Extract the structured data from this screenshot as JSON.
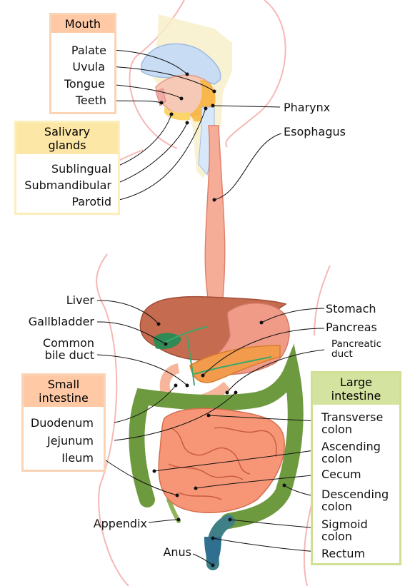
{
  "colors": {
    "mouth_header": "#ffc9a6",
    "mouth_border": "#fbd3b5",
    "salivary_header": "#fde7a6",
    "salivary_border": "#fdeebb",
    "small_intestine_header": "#ffc9a6",
    "small_intestine_border": "#fbd3b5",
    "large_intestine_header": "#d4e3a0",
    "large_intestine_border": "#cfe094",
    "esophagus": "#f6ad98",
    "liver": "#c56b4f",
    "stomach": "#f09b88",
    "pancreas": "#f29b4d",
    "colon": "#6e9a3f",
    "small_intestine": "#f79676",
    "body_outline": "#f5b8b5"
  },
  "groups": {
    "mouth": {
      "title": "Mouth",
      "labels": [
        "Palate",
        "Uvula",
        "Tongue",
        "Teeth"
      ]
    },
    "salivary": {
      "title": "Salivary\nglands",
      "labels": [
        "Sublingual",
        "Submandibular",
        "Parotid"
      ]
    },
    "small_intestine": {
      "title": "Small\nintestine",
      "labels": [
        "Duodenum",
        "Jejunum",
        "Ileum"
      ]
    },
    "large_intestine": {
      "title": "Large\nintestine",
      "labels": [
        "Transverse\ncolon",
        "Ascending\ncolon",
        "Cecum",
        "Descending\ncolon",
        "Sigmoid\ncolon",
        "Rectum"
      ]
    }
  },
  "labels": {
    "pharynx": "Pharynx",
    "esophagus": "Esophagus",
    "liver": "Liver",
    "gallbladder": "Gallbladder",
    "common_bile_duct": "Common\nbile duct",
    "stomach": "Stomach",
    "pancreas": "Pancreas",
    "pancreatic_duct": "Pancreatic\nduct",
    "appendix": "Appendix",
    "anus": "Anus"
  }
}
